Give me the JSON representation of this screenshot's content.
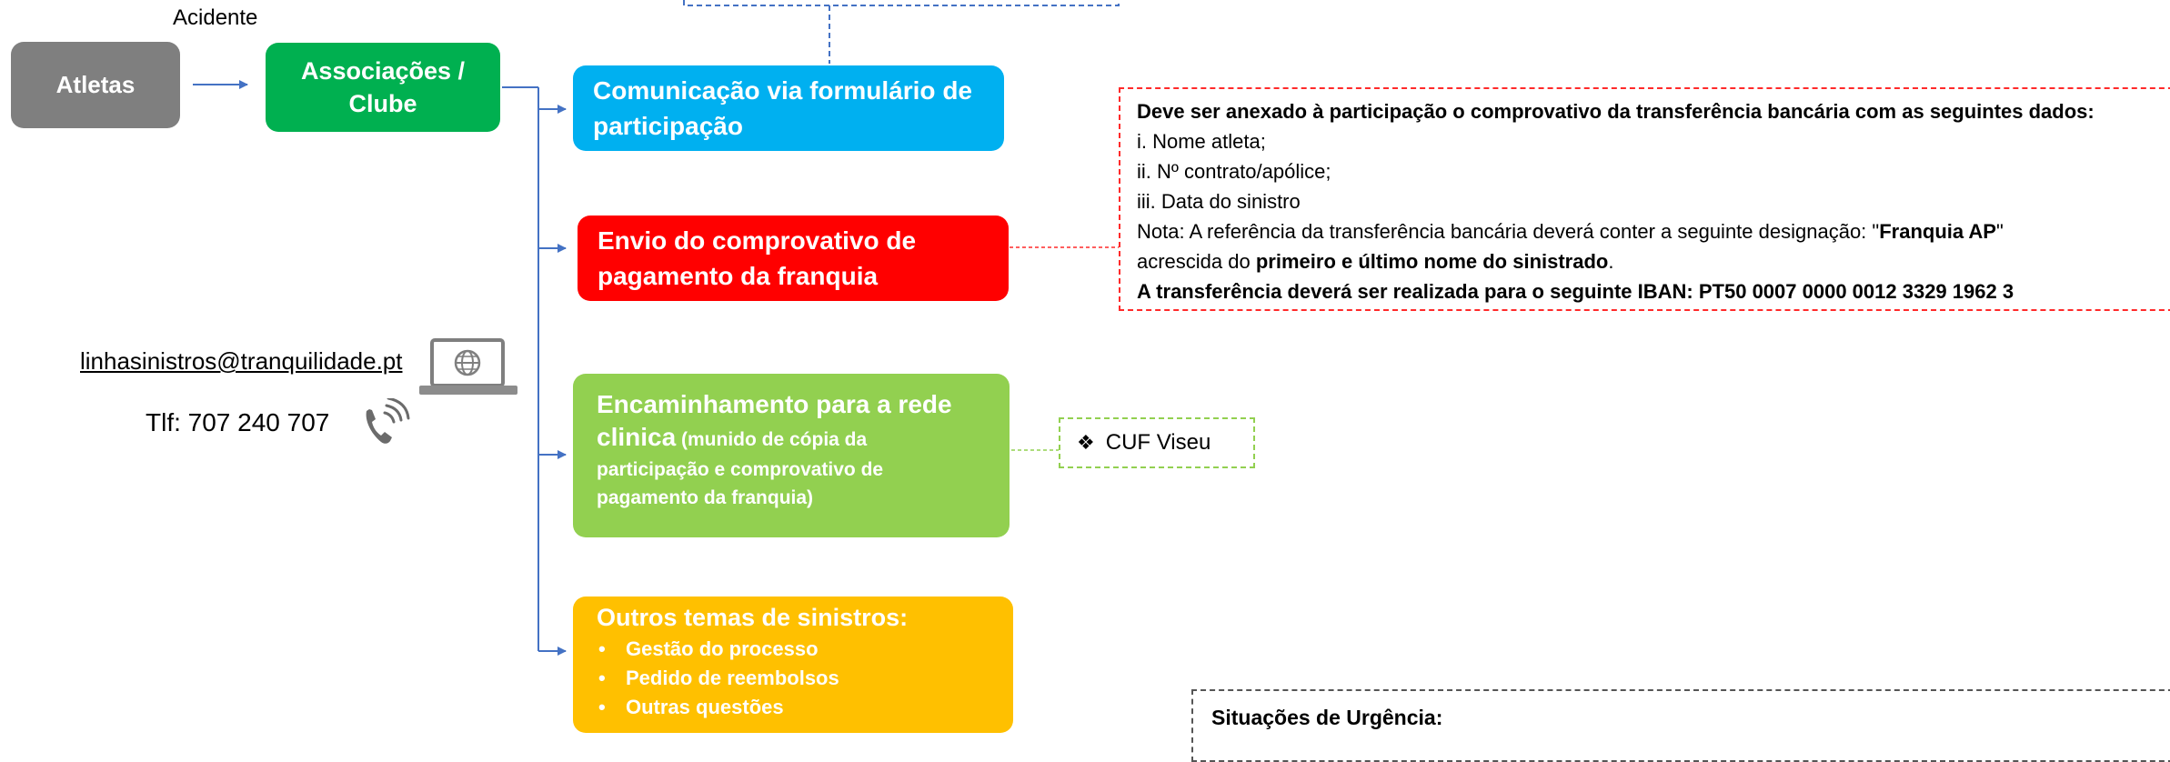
{
  "accident_label": "Acidente",
  "atletas": "Atletas",
  "associacoes_line1": "Associações /",
  "associacoes_line2": "Clube",
  "comunicacao_line1": "Comunicação via formulário de",
  "comunicacao_line2": "participação",
  "envio_line1": "Envio do comprovativo de",
  "envio_line2": "pagamento da franquia",
  "encaminhamento_line1": "Encaminhamento para a rede",
  "encaminhamento_line2_big": "clinica",
  "encaminhamento_line2_small": " (munido de cópia da",
  "encaminhamento_line3": "participação e comprovativo de",
  "encaminhamento_line4": "pagamento da franquia)",
  "outros_title": "Outros temas de sinistros:",
  "outros_items": [
    "Gestão do processo",
    "Pedido de reembolsos",
    "Outras questões"
  ],
  "contact_email": "linhasinistros@tranquilidade.pt",
  "contact_phone": "Tlf: 707 240 707",
  "cuf_bullet": "❖",
  "cuf_label": "CUF Viseu",
  "note": {
    "heading": "Deve ser anexado à participação o comprovativo da transferência bancária com as seguintes dados:",
    "item1": "i. Nome atleta;",
    "item2": "ii. Nº contrato/apólice;",
    "item3": "iii. Data do sinistro",
    "nota_prefix": "Nota: A referência da transferência bancária deverá conter a seguinte designação: \"",
    "nota_bold": "Franquia AP",
    "nota_suffix": "\"",
    "line2_prefix": "acrescida do ",
    "line2_bold": "primeiro e último nome do sinistrado",
    "line2_suffix": ".",
    "iban_line": "A transferência deverá ser realizada para o seguinte IBAN: PT50 0007 0000 0012 3329 1962 3"
  },
  "urgencia_title": "Situações de Urgência:",
  "colors": {
    "atletas": "#7f7f7f",
    "associacoes": "#00b050",
    "comunicacao": "#00b0f0",
    "envio": "#ff0000",
    "encaminhamento": "#92d050",
    "outros": "#ffc000",
    "connector": "#4472c4"
  },
  "icons": [
    "laptop-globe-icon",
    "phone-ringing-icon"
  ]
}
